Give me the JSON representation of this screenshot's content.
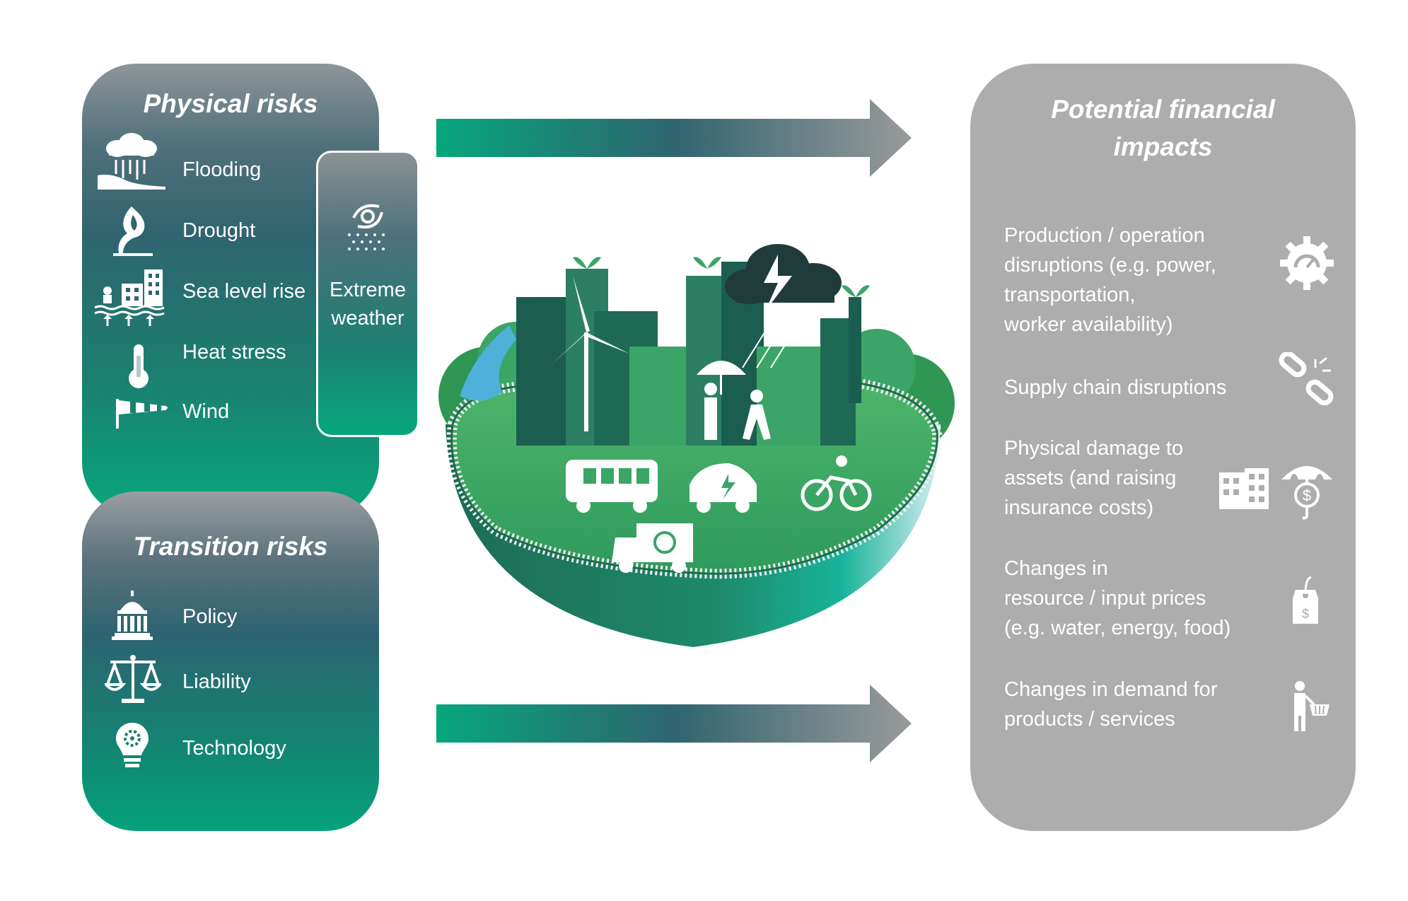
{
  "physical": {
    "title": "Physical risks",
    "items": [
      {
        "label": "Flooding",
        "icon": "flooding-icon"
      },
      {
        "label": "Drought",
        "icon": "drought-icon"
      },
      {
        "label": "Sea level rise",
        "icon": "sea-level-rise-icon"
      },
      {
        "label": "Heat stress",
        "icon": "thermometer-icon"
      },
      {
        "label": "Wind",
        "icon": "windsock-icon"
      }
    ],
    "extreme": {
      "line1": "Extreme",
      "line2": "weather",
      "icon": "cyclone-icon"
    }
  },
  "transition": {
    "title": "Transition risks",
    "items": [
      {
        "label": "Policy",
        "icon": "capitol-building-icon"
      },
      {
        "label": "Liability",
        "icon": "scales-icon"
      },
      {
        "label": "Technology",
        "icon": "lightbulb-gear-icon"
      }
    ]
  },
  "impacts": {
    "title_line1": "Potential financial",
    "title_line2": "impacts",
    "items": [
      {
        "lines": [
          "Production / operation",
          "disruptions (e.g. power,",
          "transportation,",
          "worker availability)"
        ],
        "icon": "gear-gauge-icon"
      },
      {
        "lines": [
          "Supply chain disruptions"
        ],
        "icon": "broken-chain-icon"
      },
      {
        "lines": [
          "Physical damage to",
          "assets (and raising",
          "insurance costs)"
        ],
        "icon": "building-umbrella-dollar-icon"
      },
      {
        "lines": [
          "Changes in",
          "resource / input prices",
          "(e.g. water, energy, food)"
        ],
        "icon": "price-tag-icon"
      },
      {
        "lines": [
          "Changes in demand for",
          "products / services"
        ],
        "icon": "shopper-basket-icon"
      }
    ]
  },
  "colors": {
    "teal_green": "#07a77c",
    "dark_teal": "#2f6470",
    "grey_panel": "#adadad",
    "city_green": "#3aa566",
    "city_dark": "#1b5e4f"
  }
}
